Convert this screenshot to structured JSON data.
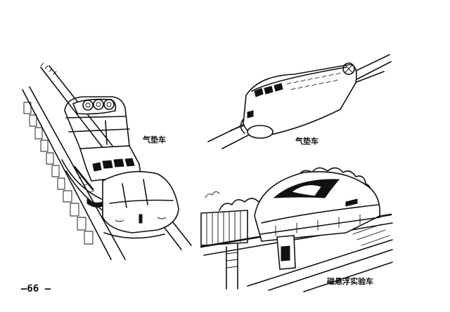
{
  "captions": {
    "hovercraft_left": "气垫车",
    "hovercraft_right": "气垫车",
    "maglev": "磁悬浮实验车"
  },
  "page_number": "—66 —",
  "illustrations": [
    {
      "icon": "hovercraft-train-illustration"
    },
    {
      "icon": "streamlined-hovercraft-train-illustration"
    },
    {
      "icon": "maglev-test-vehicle-illustration"
    }
  ]
}
